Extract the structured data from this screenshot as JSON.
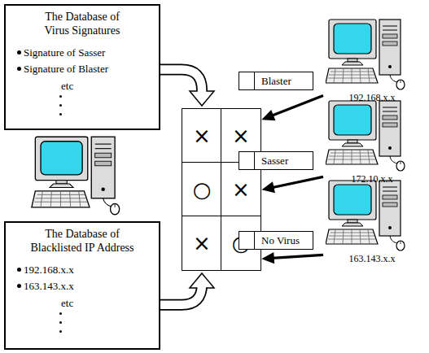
{
  "diagram": {
    "nodes": [
      {
        "text": [
          "The Database of Virus Signatures",
          "Signature of Sasser",
          "Signature of Blaster",
          "etc"
        ]
      },
      {
        "text": [
          "The Database of Blacklisted IP Address",
          "192.168.x.x",
          "163.143.x.x",
          "etc"
        ]
      },
      {
        "text": [
          "×"
        ]
      },
      {
        "text": [
          "×"
        ]
      },
      {
        "text": [
          "○"
        ]
      },
      {
        "text": [
          "×"
        ]
      },
      {
        "text": [
          "×"
        ]
      },
      {
        "text": [
          "○"
        ]
      },
      {
        "text": [
          "Blaster"
        ]
      },
      {
        "text": [
          "192.168.x.x"
        ]
      },
      {
        "text": [
          "Sasser"
        ]
      },
      {
        "text": [
          "172.10.x.x"
        ]
      },
      {
        "text": [
          "No Virus"
        ]
      },
      {
        "text": [
          "163.143.x.x"
        ]
      }
    ],
    "edges": [
      {
        "from": 0,
        "to": 2,
        "arrow": "to"
      },
      {
        "from": 1,
        "to": 6,
        "arrow": "to"
      },
      {
        "from": 9,
        "to": 3,
        "arrow": "to"
      },
      {
        "from": 11,
        "to": 5,
        "arrow": "to"
      },
      {
        "from": 13,
        "to": 7,
        "arrow": "to"
      }
    ]
  }
}
